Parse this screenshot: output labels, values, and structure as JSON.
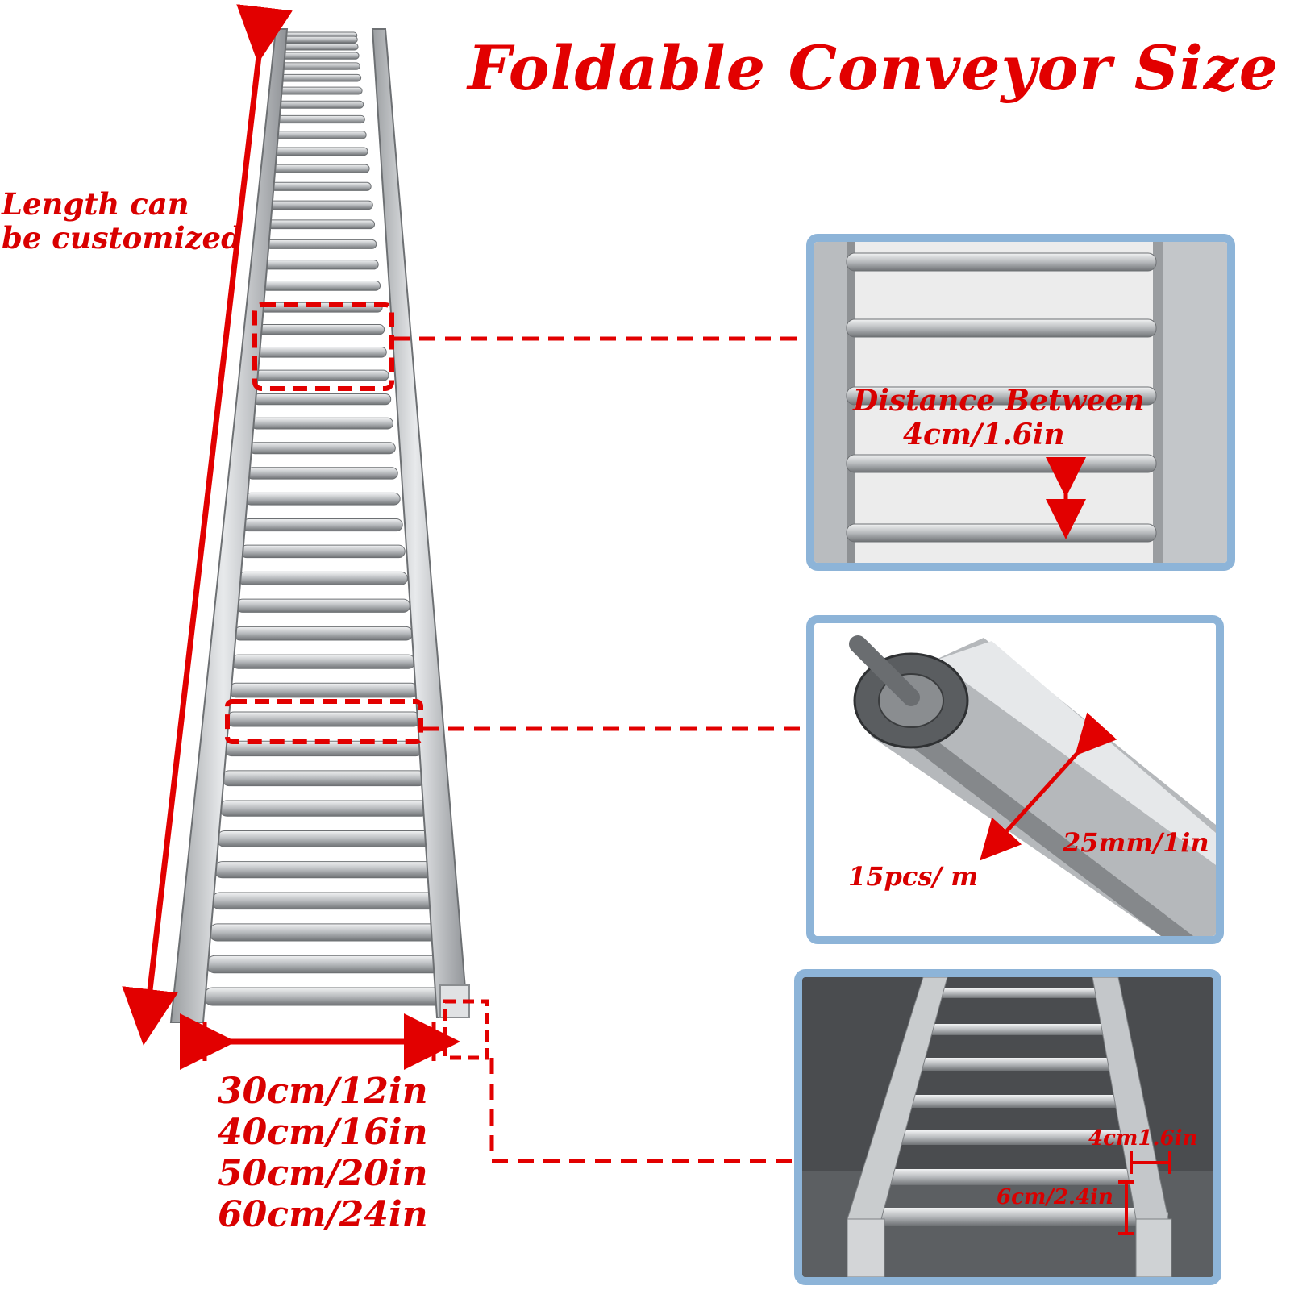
{
  "title": "Foldable Conveyor Size",
  "length_note": [
    "Length can",
    "be customized"
  ],
  "width_options": [
    "30cm/12in",
    "40cm/16in",
    "50cm/20in",
    "60cm/24in"
  ],
  "detail_roller_spacing": {
    "label": "Distance Between",
    "value": "4cm/1.6in"
  },
  "detail_roller": {
    "diameter": "25mm/1in",
    "density": "15pcs/ m"
  },
  "detail_frame": {
    "width": "4cm1.6in",
    "height": "6cm/2.4in"
  },
  "colors": {
    "annotation_red": "#e20000",
    "panel_border": "#8db4d8",
    "steel_light": "#e2e4e6",
    "steel_dark": "#8a8d90"
  }
}
